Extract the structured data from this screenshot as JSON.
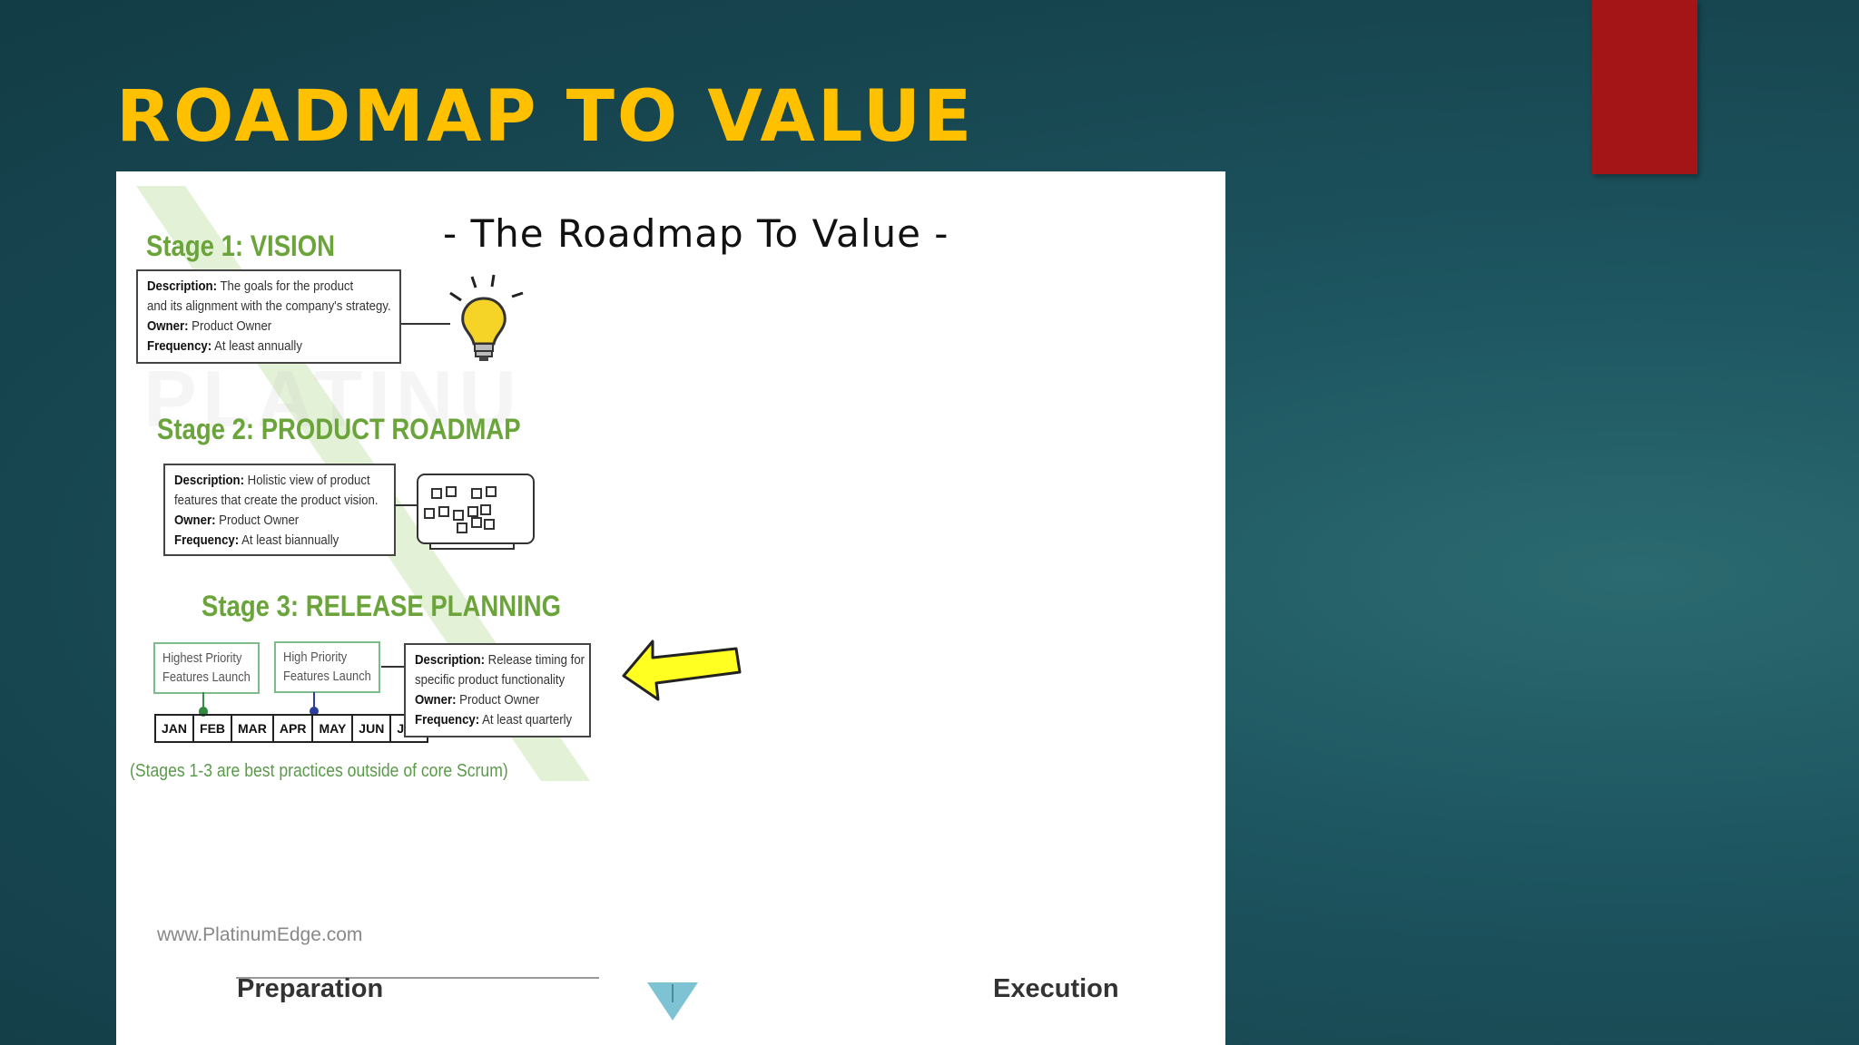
{
  "slide": {
    "title": "ROADMAP TO VALUE"
  },
  "figure": {
    "title": "- The Roadmap To Value -",
    "watermark": "PLATINU",
    "stage1": {
      "title": "Stage 1: VISION",
      "description_label": "Description:",
      "description_line1": "The goals for the product",
      "description_line2": "and its alignment with the company's strategy.",
      "owner_label": "Owner:",
      "owner": "Product Owner",
      "frequency_label": "Frequency:",
      "frequency": "At least annually"
    },
    "stage2": {
      "title": "Stage 2: PRODUCT ROADMAP",
      "description_label": "Description:",
      "description_line1": "Holistic view of product",
      "description_line2": "features that create the product vision.",
      "owner_label": "Owner:",
      "owner": "Product Owner",
      "frequency_label": "Frequency:",
      "frequency": "At least biannually"
    },
    "stage3": {
      "title": "Stage 3: RELEASE PLANNING",
      "launch1_line1": "Highest Priority",
      "launch1_line2": "Features Launch",
      "launch2_line1": "High Priority",
      "launch2_line2": "Features Launch",
      "months": [
        "JAN",
        "FEB",
        "MAR",
        "APR",
        "MAY",
        "JUN",
        "JUL"
      ],
      "description_label": "Description:",
      "description_line1": "Release timing for",
      "description_line2": "specific product functionality",
      "owner_label": "Owner:",
      "owner": "Product Owner",
      "frequency_label": "Frequency:",
      "frequency": "At least quarterly"
    },
    "note": "(Stages 1-3 are best practices outside of core Scrum)",
    "website": "www.PlatinumEdge.com",
    "phase_left": "Preparation",
    "phase_right": "Execution"
  },
  "colors": {
    "title": "#ffc000",
    "accent_red": "#a31516",
    "stage_green": "#6aa43a",
    "arrow_yellow": "#ffff22",
    "bulb_yellow": "#f5d327"
  },
  "icons": [
    "lightbulb-icon",
    "board-icon",
    "arrow-icon",
    "triangle-marker-icon"
  ]
}
